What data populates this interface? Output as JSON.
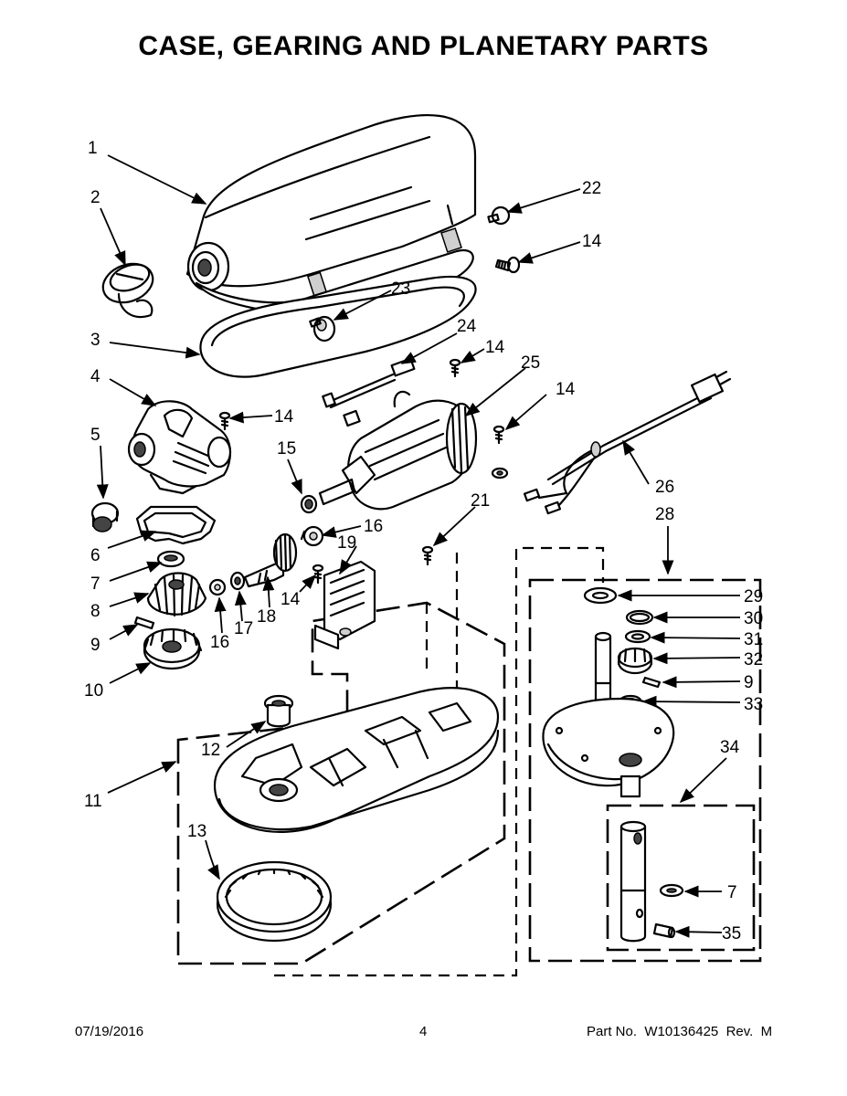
{
  "title": "CASE, GEARING AND PLANETARY PARTS",
  "footer": {
    "date": "07/19/2016",
    "page": "4",
    "part_number": "Part No.  W10136425  Rev.  M"
  },
  "callouts": [
    "1",
    "2",
    "3",
    "4",
    "5",
    "6",
    "7",
    "8",
    "9",
    "10",
    "11",
    "12",
    "13",
    "14",
    "14",
    "14",
    "14",
    "14",
    "15",
    "16",
    "16",
    "17",
    "18",
    "19",
    "21",
    "22",
    "23",
    "24",
    "25",
    "26",
    "28",
    "29",
    "30",
    "31",
    "32",
    "9",
    "33",
    "34",
    "7",
    "35"
  ]
}
